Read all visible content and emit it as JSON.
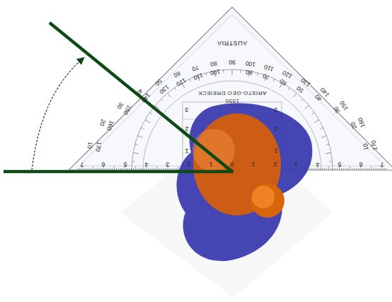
{
  "diagram": {
    "labels": [
      "AUSTRIA",
      "ARISTO-GEO DREIECK",
      "1550",
      "7",
      "6",
      "5",
      "4",
      "3",
      "2",
      "1",
      "0",
      "1",
      "2",
      "3",
      "4",
      "5",
      "6",
      "7",
      "3",
      "2",
      "1",
      "3",
      "2",
      "1",
      "10",
      "170",
      "20",
      "160",
      "30",
      "150",
      "40",
      "140",
      "50",
      "130",
      "60",
      "120",
      "70",
      "110",
      "80",
      "100",
      "90",
      "100",
      "80",
      "110",
      "70",
      "120",
      "60",
      "130",
      "50",
      "140",
      "40",
      "150",
      "30",
      "160",
      "20",
      "170",
      "10"
    ]
  }
}
